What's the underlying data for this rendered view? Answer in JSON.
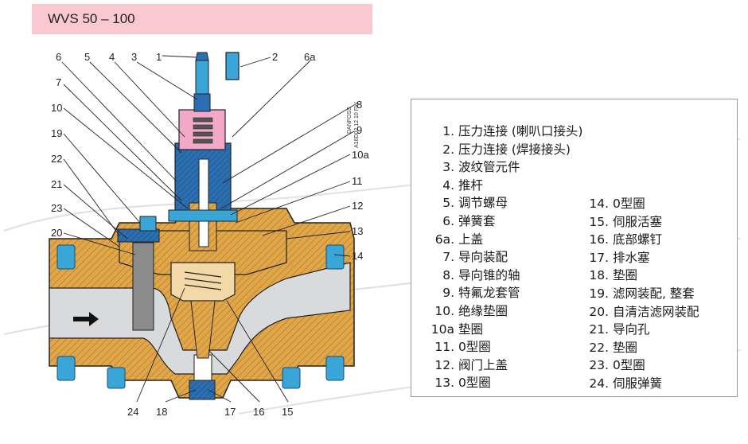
{
  "title": "WVS 50 – 100",
  "drawing_code": [
    "DANFOSS",
    "A16D02.12.10 FW"
  ],
  "callouts_top": [
    "6",
    "5",
    "4",
    "3",
    "1",
    "2",
    "6a"
  ],
  "callouts_left": [
    "7",
    "10",
    "19",
    "22",
    "21",
    "23",
    "20"
  ],
  "callouts_right": [
    "8",
    "9",
    "10a",
    "11",
    "12",
    "13",
    "14"
  ],
  "callouts_bottom": [
    "24",
    "18",
    "17",
    "16",
    "15"
  ],
  "legend_left": [
    {
      "num": "1.",
      "text": "压力连接 (喇叭口接头)"
    },
    {
      "num": "2.",
      "text": "压力连接 (焊接接头)"
    },
    {
      "num": "3.",
      "text": "波纹管元件"
    },
    {
      "num": "4.",
      "text": "推杆"
    },
    {
      "num": "5.",
      "text": "调节螺母"
    },
    {
      "num": "6.",
      "text": "弹簧套"
    },
    {
      "num": "6a.",
      "text": "上盖"
    },
    {
      "num": "7.",
      "text": "导向装配"
    },
    {
      "num": "8.",
      "text": "导向锥的轴"
    },
    {
      "num": "9.",
      "text": "特氟龙套管"
    },
    {
      "num": "10.",
      "text": "绝缘垫圈"
    },
    {
      "num": "10a",
      "text": "垫圈"
    },
    {
      "num": "11.",
      "text": "0型圈"
    },
    {
      "num": "12.",
      "text": "阀门上盖"
    },
    {
      "num": "13.",
      "text": "0型圈"
    }
  ],
  "legend_right": [
    {
      "num": "14.",
      "text": "0型圈"
    },
    {
      "num": "15.",
      "text": "伺服活塞"
    },
    {
      "num": "16.",
      "text": "底部螺钉"
    },
    {
      "num": "17.",
      "text": "排水塞"
    },
    {
      "num": "18.",
      "text": "垫圈"
    },
    {
      "num": "19.",
      "text": "滤网装配, 整套"
    },
    {
      "num": "20.",
      "text": "自清洁滤网装配"
    },
    {
      "num": "21.",
      "text": "导向孔"
    },
    {
      "num": "22.",
      "text": "垫圈"
    },
    {
      "num": "23.",
      "text": "0型圈"
    },
    {
      "num": "24.",
      "text": "伺服弹簧"
    }
  ],
  "colors": {
    "title_bg": "#f9c8d0",
    "brass": "#e0a64a",
    "steel_blue": "#2b6fb0",
    "bolt_blue": "#3aa6d8",
    "bellows_pink": "#f2a9c9",
    "pipe_gray": "#d8dadc",
    "legend_border": "#9a9a9a"
  }
}
